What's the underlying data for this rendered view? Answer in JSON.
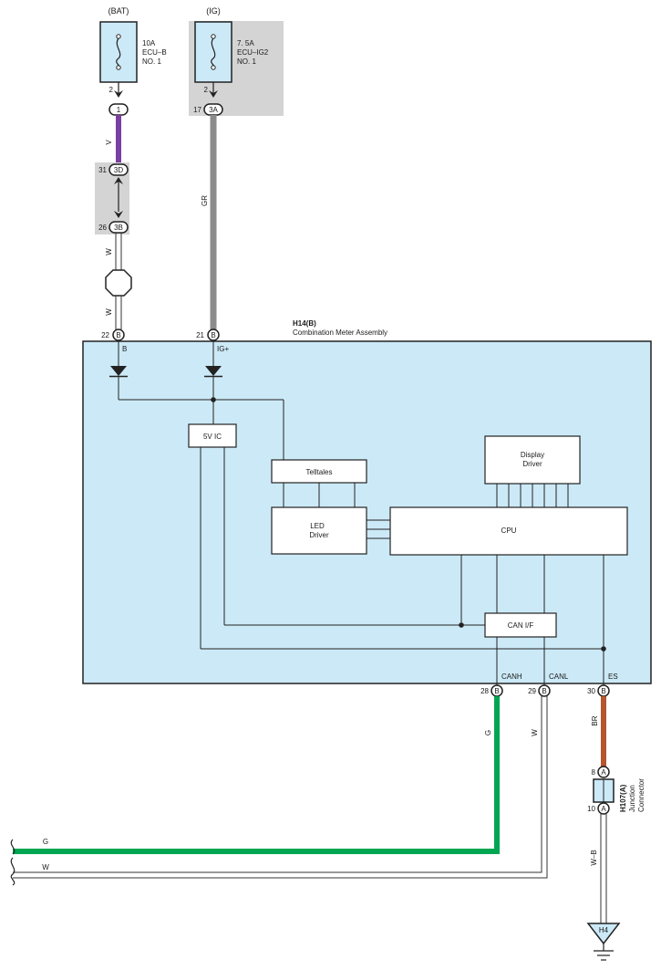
{
  "fuses": {
    "bat": {
      "source": "(BAT)",
      "rating": "10A",
      "name": "ECU–B",
      "no": "NO. 1",
      "pin": "2",
      "conn_pin": "1"
    },
    "ig": {
      "source": "(IG)",
      "rating": "7. 5A",
      "name": "ECU–IG2",
      "no": "NO. 1",
      "pin": "2",
      "conn_pin_num": "17",
      "conn_label": "3A"
    }
  },
  "wires": {
    "v": "V",
    "w_upper": "W",
    "w_lower": "W",
    "gr": "GR",
    "g_vertical": "G",
    "w_vertical": "W",
    "br": "BR",
    "wb": "W–B",
    "g_horizontal": "G",
    "w_horizontal": "W"
  },
  "wire_colors": {
    "V": "#7a3fa0",
    "GR": "#8c8c8c",
    "G": "#00a651",
    "BR": "#b5562e",
    "W": "#ffffff"
  },
  "junction_bat": {
    "top_pin": "31",
    "top_label": "3D",
    "bottom_pin": "26",
    "bottom_label": "3B"
  },
  "meter": {
    "code": "H14(B)",
    "name": "Combination Meter Assembly",
    "fill": "#cce9f7",
    "pins_top": [
      {
        "num": "22",
        "conn": "B",
        "signal": "B"
      },
      {
        "num": "21",
        "conn": "B",
        "signal": "IG+"
      }
    ],
    "pins_bottom": [
      {
        "num": "28",
        "conn": "B",
        "signal": "CANH"
      },
      {
        "num": "29",
        "conn": "B",
        "signal": "CANL"
      },
      {
        "num": "30",
        "conn": "B",
        "signal": "ES"
      }
    ],
    "blocks": {
      "ic": "5V IC",
      "telltales": "Telltales",
      "led_driver_1": "LED",
      "led_driver_2": "Driver",
      "cpu": "CPU",
      "display_driver_1": "Display",
      "display_driver_2": "Driver",
      "can_if": "CAN I/F"
    }
  },
  "junction_connector": {
    "code": "H107(A)",
    "name_1": "Junction",
    "name_2": "Connector",
    "top_pin": "8",
    "top_label": "A",
    "bottom_pin": "10",
    "bottom_label": "A"
  },
  "ground": {
    "label": "H4"
  }
}
